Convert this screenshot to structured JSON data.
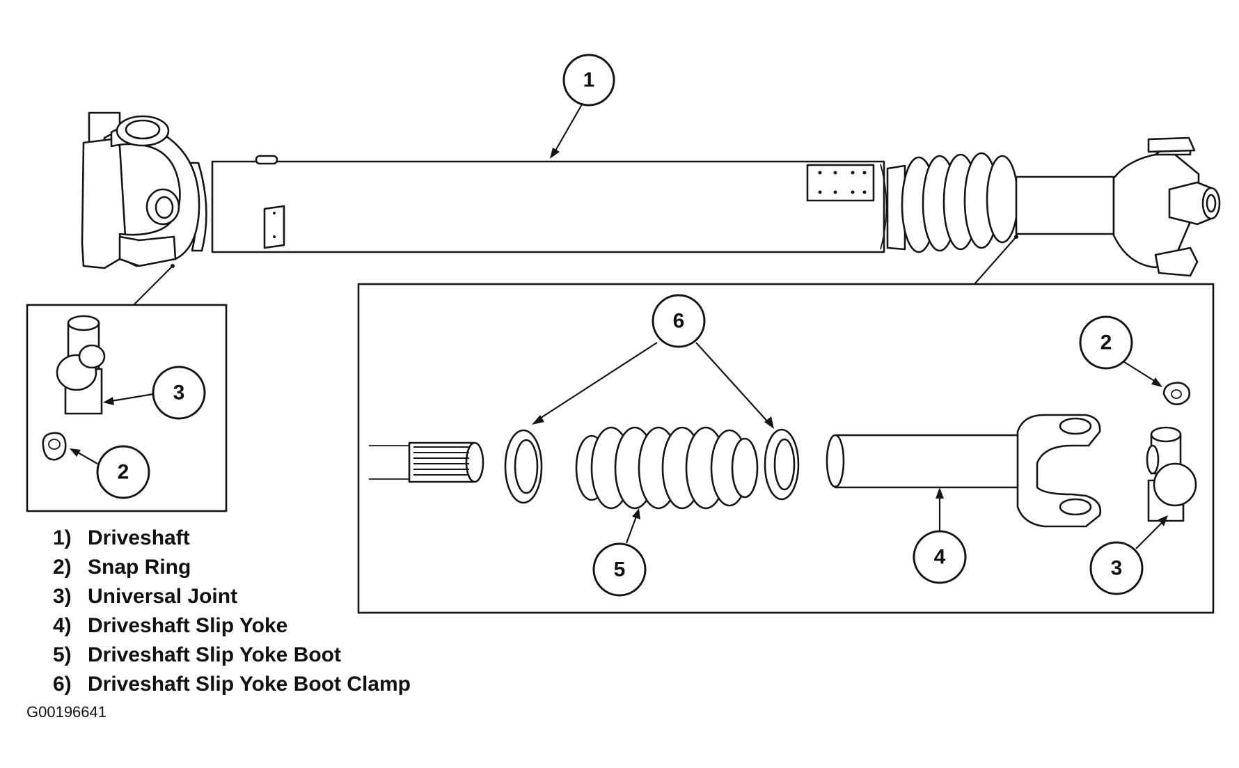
{
  "callouts": {
    "top_driveshaft": "1",
    "left_inset_universal_joint": "3",
    "left_inset_snap_ring": "2",
    "clamps": "6",
    "boot": "5",
    "slip_yoke": "4",
    "right_snap_ring": "2",
    "right_universal_joint": "3"
  },
  "legend": [
    {
      "number": "1)",
      "label": "Driveshaft"
    },
    {
      "number": "2)",
      "label": "Snap Ring"
    },
    {
      "number": "3)",
      "label": "Universal Joint"
    },
    {
      "number": "4)",
      "label": "Driveshaft Slip Yoke"
    },
    {
      "number": "5)",
      "label": "Driveshaft Slip Yoke Boot"
    },
    {
      "number": "6)",
      "label": "Driveshaft Slip Yoke Boot Clamp"
    }
  ],
  "figure_id": "G00196641"
}
